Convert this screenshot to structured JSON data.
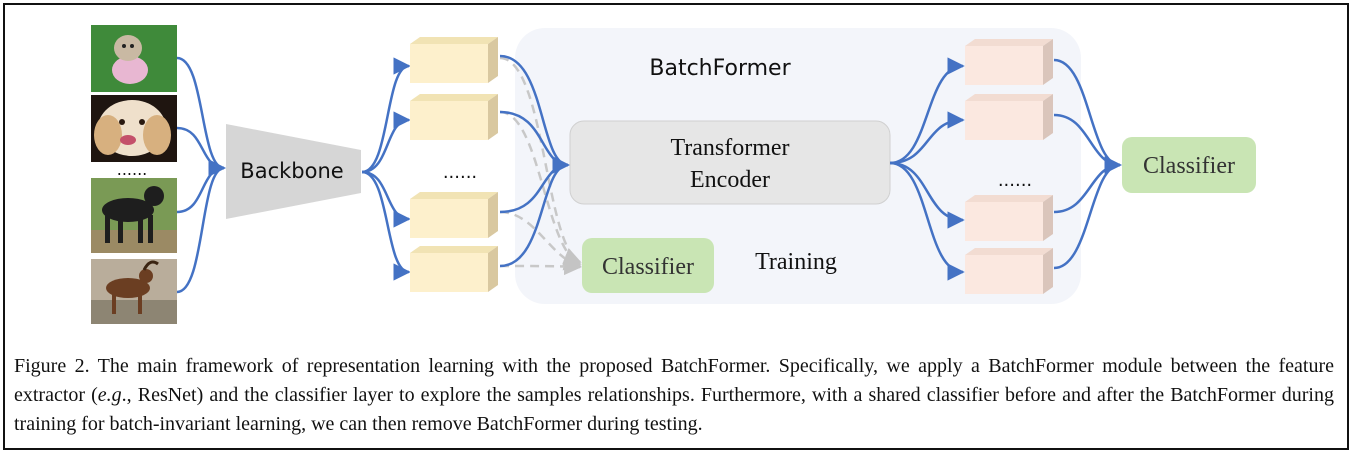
{
  "diagram": {
    "backbone_label": "Backbone",
    "batchformer_label": "BatchFormer",
    "encoder_label_line1": "Transformer",
    "encoder_label_line2": "Encoder",
    "classifier_train_label": "Classifier",
    "training_label": "Training",
    "classifier_out_label": "Classifier",
    "ellipsis_images": "......",
    "ellipsis_features": "......",
    "ellipsis_outputs": "......",
    "images": [
      {
        "icon": "dog-image-shih-tzu"
      },
      {
        "icon": "dog-image-spaniel"
      },
      {
        "icon": "dog-image-black-terrier"
      },
      {
        "icon": "goat-image"
      }
    ],
    "colors": {
      "arrow": "#4472c4",
      "dashed_arrow": "#c8c8c8",
      "feature_box": "#fdf0cc",
      "output_box": "#fbe8e0",
      "classifier": "#c9e5b4",
      "encoder": "#e6e6e6",
      "panel": "#f3f5fa",
      "backbone": "#d6d6d6"
    }
  },
  "caption": {
    "part1": "Figure 2. The main framework of representation learning with the proposed BatchFormer. Specifically, we apply a BatchFormer module between the feature extractor (",
    "italic": "e.g",
    "part2": "., ResNet) and the classifier layer to explore the samples relationships. Furthermore, with a shared classifier before and after the BatchFormer during training for batch-invariant learning, we can then remove BatchFormer during testing."
  }
}
